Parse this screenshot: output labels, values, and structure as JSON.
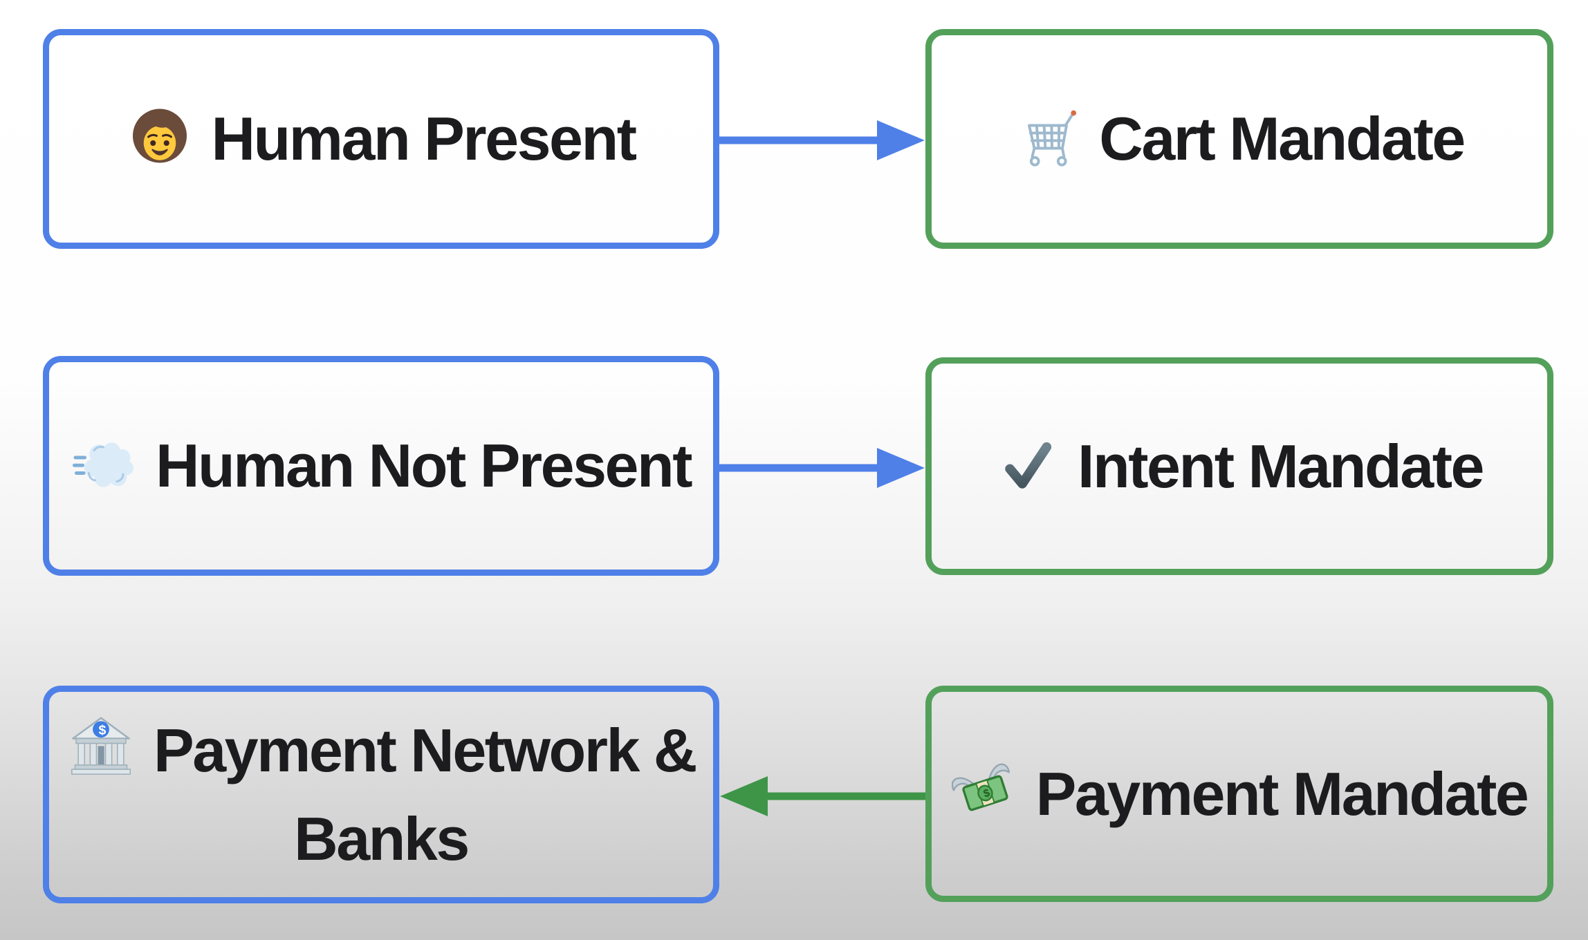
{
  "diagram": {
    "colors": {
      "blue": "#4F80E8",
      "green_border": "#53A05A",
      "green_arrow": "#3E9548",
      "text": "#1C1C1E",
      "bg_top": "#FFFFFF",
      "bg_bottom": "#C6C6C6"
    },
    "nodes": [
      {
        "id": "human-present",
        "label": "Human Present",
        "emoji": "🧑",
        "icon": "person-icon",
        "border": "blue"
      },
      {
        "id": "cart-mandate",
        "label": "Cart Mandate",
        "emoji": "🛒",
        "icon": "shopping-cart-icon",
        "border": "green"
      },
      {
        "id": "human-not-present",
        "label": "Human Not Present",
        "emoji": "💨",
        "icon": "dash-wind-icon",
        "border": "blue"
      },
      {
        "id": "intent-mandate",
        "label": "Intent Mandate",
        "emoji": "✔️",
        "icon": "check-mark-icon",
        "border": "green"
      },
      {
        "id": "payment-network-banks",
        "label": "Payment Network & Banks",
        "emoji": "🏦",
        "icon": "bank-icon",
        "border": "blue"
      },
      {
        "id": "payment-mandate",
        "label": "Payment Mandate",
        "emoji": "💸",
        "icon": "money-with-wings-icon",
        "border": "green"
      }
    ],
    "edges": [
      {
        "from": "human-present",
        "to": "cart-mandate",
        "color": "blue",
        "direction": "right"
      },
      {
        "from": "human-not-present",
        "to": "intent-mandate",
        "color": "blue",
        "direction": "right"
      },
      {
        "from": "payment-mandate",
        "to": "payment-network-banks",
        "color": "green",
        "direction": "left"
      }
    ]
  }
}
